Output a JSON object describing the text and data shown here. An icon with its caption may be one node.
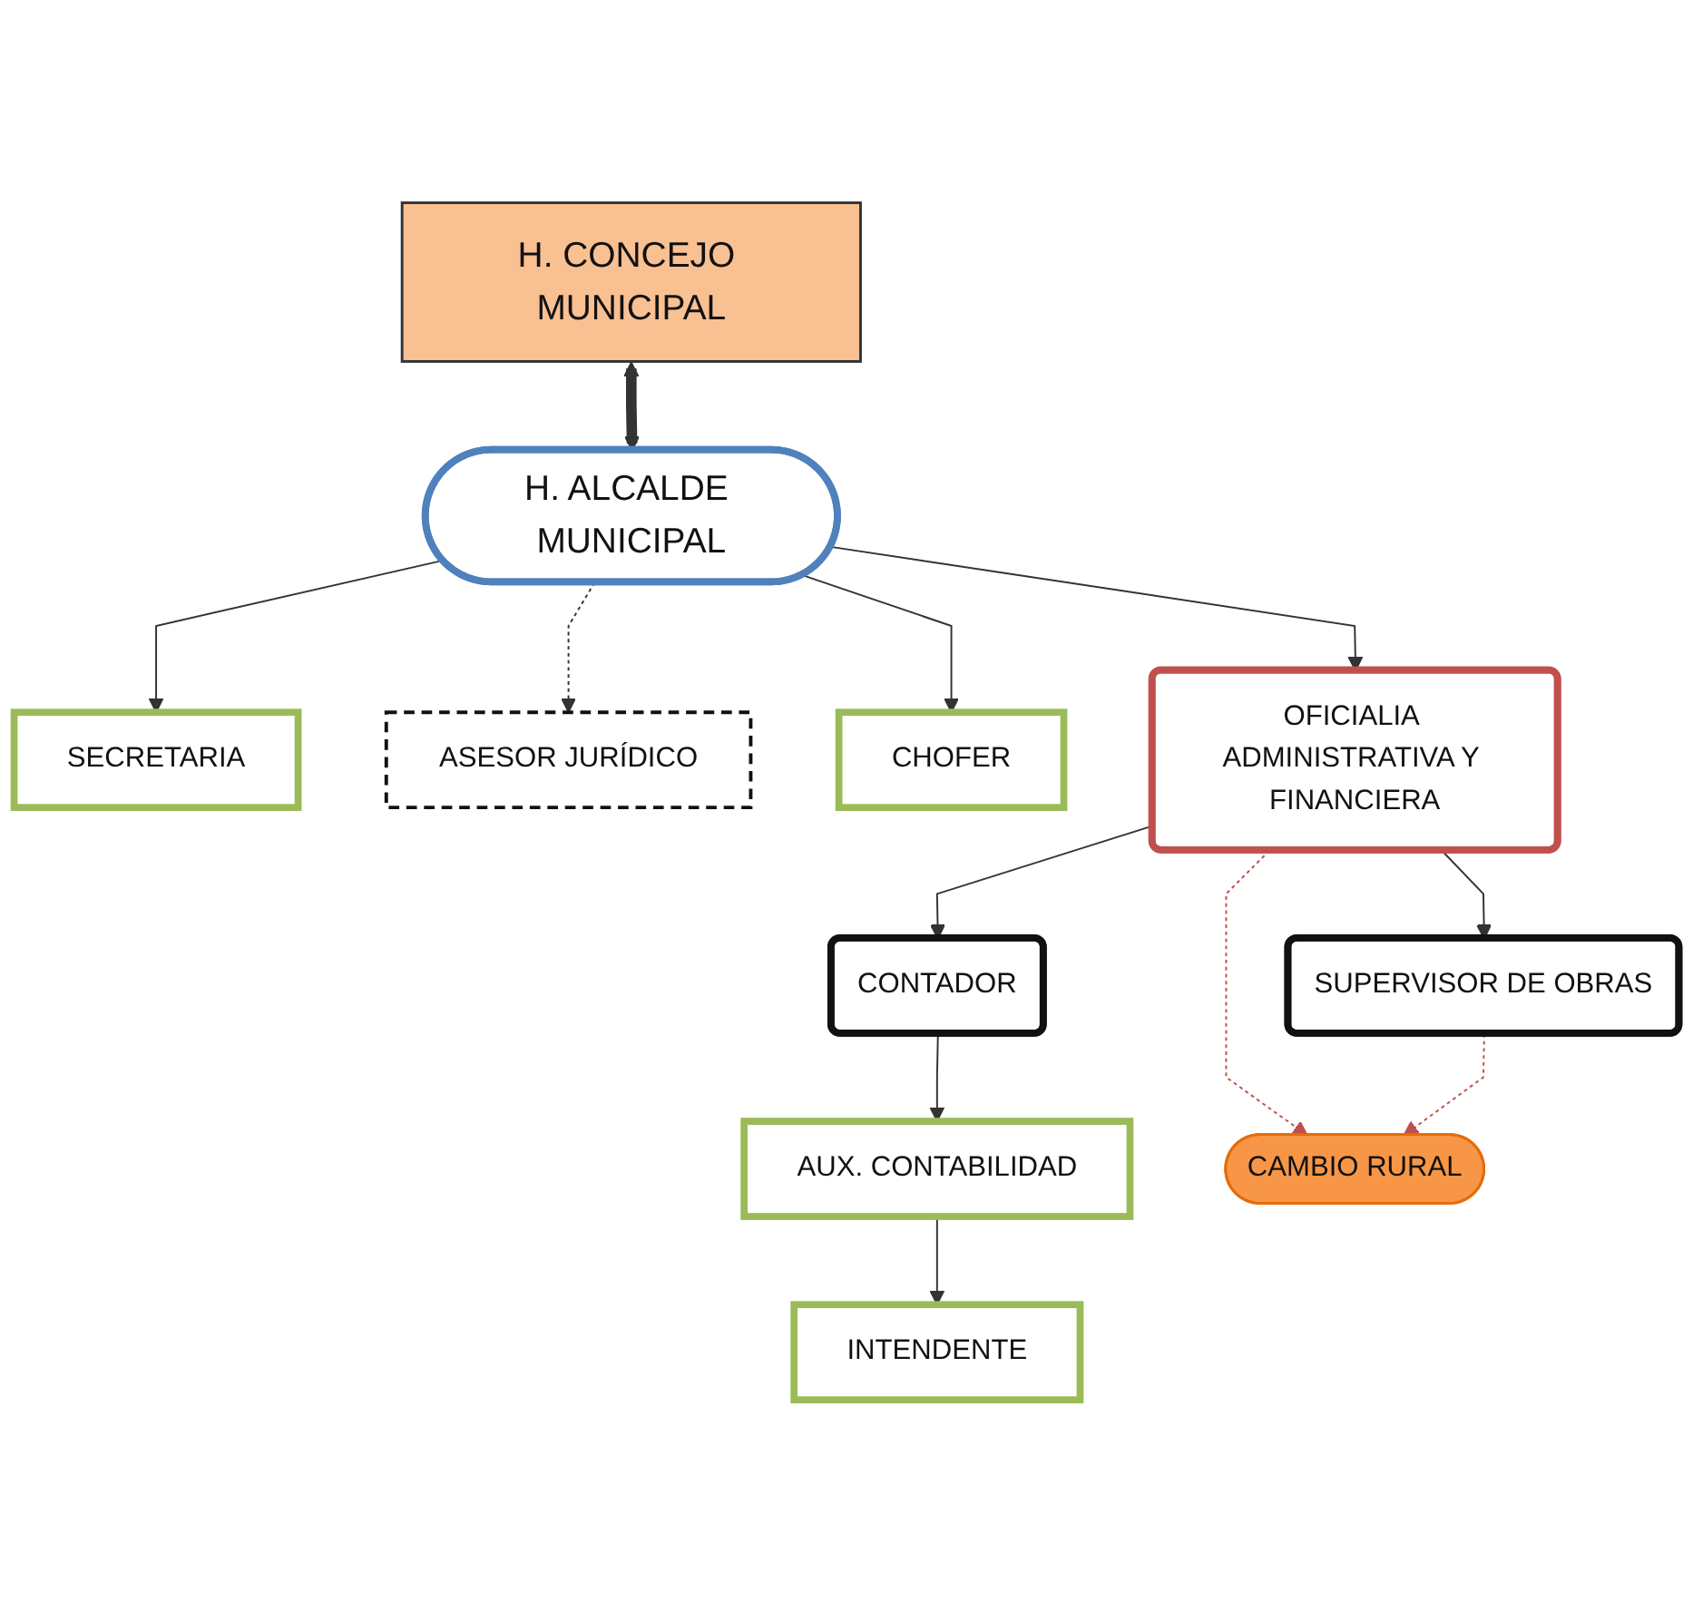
{
  "diagram": {
    "nodes": [
      {
        "text": [
          "H. CONCEJO MUNICIPAL"
        ]
      },
      {
        "text": [
          "H. ALCALDE MUNICIPAL"
        ]
      },
      {
        "text": [
          "SECRETARIA"
        ]
      },
      {
        "text": [
          "ASESOR JURÍDICO"
        ]
      },
      {
        "text": [
          "CHOFER"
        ]
      },
      {
        "text": [
          "OFICIALIA ADMINISTRATIVA Y FINANCIERA"
        ]
      },
      {
        "text": [
          "CONTADOR"
        ]
      },
      {
        "text": [
          "SUPERVISOR DE OBRAS"
        ]
      },
      {
        "text": [
          "AUX. CONTABILIDAD"
        ]
      },
      {
        "text": [
          "INTENDENTE"
        ]
      },
      {
        "text": [
          "CAMBIO RURAL"
        ]
      }
    ],
    "edges": [
      {
        "from": 0,
        "to": 1,
        "arrow": "both",
        "style": "thick"
      },
      {
        "from": 1,
        "to": 2,
        "arrow": "to"
      },
      {
        "from": 1,
        "to": 3,
        "arrow": "to",
        "style": "dashed"
      },
      {
        "from": 1,
        "to": 4,
        "arrow": "to"
      },
      {
        "from": 1,
        "to": 5,
        "arrow": "to"
      },
      {
        "from": 5,
        "to": 6,
        "arrow": "to"
      },
      {
        "from": 5,
        "to": 7,
        "arrow": "to"
      },
      {
        "from": 5,
        "to": 10,
        "arrow": "to",
        "style": "dashed",
        "color": "#c0504d"
      },
      {
        "from": 7,
        "to": 10,
        "arrow": "to",
        "style": "dashed",
        "color": "#c0504d"
      },
      {
        "from": 6,
        "to": 8,
        "arrow": "to"
      },
      {
        "from": 8,
        "to": 9,
        "arrow": "to"
      }
    ]
  }
}
